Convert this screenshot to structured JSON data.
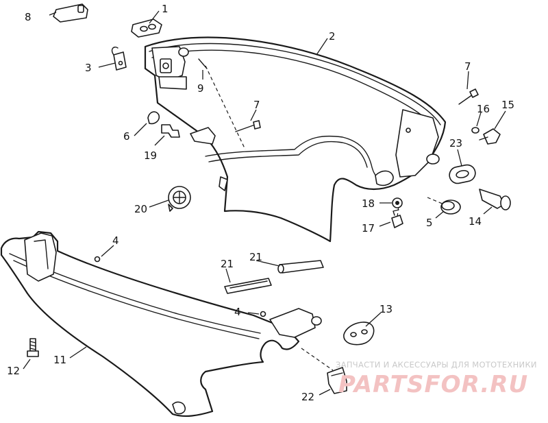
{
  "diagram": {
    "callouts": [
      {
        "id": "c1",
        "label": "1"
      },
      {
        "id": "c2",
        "label": "2"
      },
      {
        "id": "c3",
        "label": "3"
      },
      {
        "id": "c4a",
        "label": "4"
      },
      {
        "id": "c4b",
        "label": "4"
      },
      {
        "id": "c5",
        "label": "5"
      },
      {
        "id": "c6",
        "label": "6"
      },
      {
        "id": "c7a",
        "label": "7"
      },
      {
        "id": "c7b",
        "label": "7"
      },
      {
        "id": "c8",
        "label": "8"
      },
      {
        "id": "c9",
        "label": "9"
      },
      {
        "id": "c11",
        "label": "11"
      },
      {
        "id": "c12",
        "label": "12"
      },
      {
        "id": "c13",
        "label": "13"
      },
      {
        "id": "c14",
        "label": "14"
      },
      {
        "id": "c15",
        "label": "15"
      },
      {
        "id": "c16",
        "label": "16"
      },
      {
        "id": "c17",
        "label": "17"
      },
      {
        "id": "c18",
        "label": "18"
      },
      {
        "id": "c19",
        "label": "19"
      },
      {
        "id": "c20",
        "label": "20"
      },
      {
        "id": "c21a",
        "label": "21"
      },
      {
        "id": "c21b",
        "label": "21"
      },
      {
        "id": "c22",
        "label": "22"
      },
      {
        "id": "c23",
        "label": "23"
      }
    ]
  },
  "watermark": {
    "tagline": "ЗАПЧАСТИ И АКСЕССУАРЫ ДЛЯ МОТОТЕХНИКИ",
    "logo": "PARTSFOR.RU",
    "color": "#f3c2c2"
  }
}
